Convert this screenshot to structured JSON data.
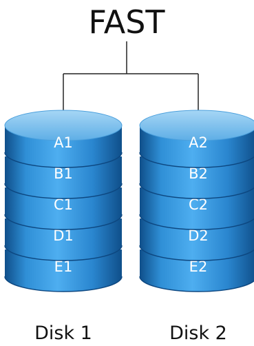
{
  "title": "FAST",
  "colors": {
    "disk_top": "#7fc0ec",
    "disk_body_light": "#3aa0e4",
    "disk_body_dark": "#1565a8",
    "disk_body_edge": "#0f4f8a",
    "connector": "#222222"
  },
  "disks": [
    {
      "name": "Disk 1",
      "blocks": [
        "A1",
        "B1",
        "C1",
        "D1",
        "E1"
      ]
    },
    {
      "name": "Disk 2",
      "blocks": [
        "A2",
        "B2",
        "C2",
        "D2",
        "E2"
      ]
    }
  ]
}
